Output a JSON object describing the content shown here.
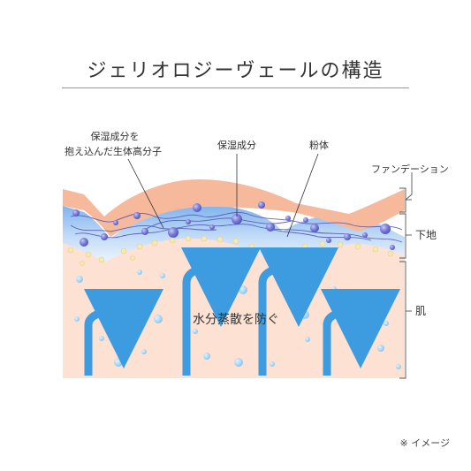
{
  "title": "ジェリオロジーヴェールの構造",
  "callouts": {
    "polymer_line1": "保湿成分を",
    "polymer_line2": "抱え込んだ生体高分子",
    "moisture": "保湿成分",
    "powder": "粉体"
  },
  "layers": {
    "foundation": "ファンデーション",
    "base": "下地",
    "skin": "肌"
  },
  "center_label": "水分蒸散を防ぐ",
  "note": "※ イメージ",
  "colors": {
    "foundation_layer": "#f6b99b",
    "base_layer_top": "#7fb2ee",
    "base_layer_bottom": "#e7f1fb",
    "skin_layer": "#fde2d4",
    "arrow": "#3d9be0",
    "molecule": "#6c6fd6",
    "powder": "#f3e3a5",
    "water_drop": "#9fd2f5"
  }
}
